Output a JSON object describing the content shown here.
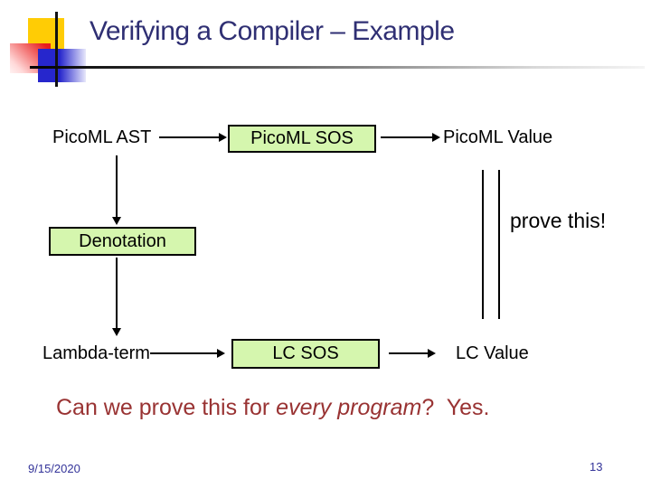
{
  "title": "Verifying a Compiler – Example",
  "diagram": {
    "row1": {
      "left_label": "PicoML AST",
      "box_label": "PicoML SOS",
      "right_label": "PicoML Value"
    },
    "middle": {
      "box_label": "Denotation",
      "annotation": "prove this!"
    },
    "row2": {
      "left_label": "Lambda-term",
      "box_label": "LC SOS",
      "right_label": "LC Value"
    }
  },
  "conclusion": {
    "prefix": "Can we prove this for ",
    "emphasis_italic": "every program",
    "suffix": "?  Yes."
  },
  "footer": {
    "date": "9/15/2020",
    "slide_number": "13"
  },
  "colors": {
    "title_color": "#2f2f73",
    "box_fill": "#d5f6ae",
    "box_border": "#000000",
    "conclusion_text": "#993333",
    "footer_text": "#333399",
    "accent_yellow": "#ffcc05",
    "accent_red": "#e81c1c",
    "accent_blue": "#2626cc"
  }
}
